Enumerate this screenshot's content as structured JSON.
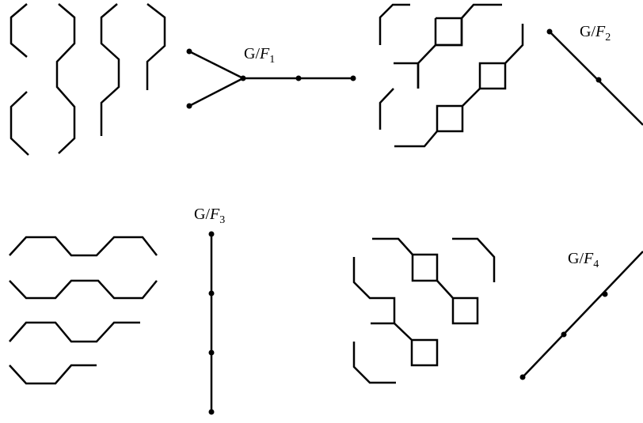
{
  "labels": {
    "f1": {
      "g": "G/",
      "f": "F",
      "sub": "1"
    },
    "f2": {
      "g": "G/",
      "f": "F",
      "sub": "2"
    },
    "f3": {
      "g": "G/",
      "f": "F",
      "sub": "3"
    },
    "f4": {
      "g": "G/",
      "f": "F",
      "sub": "4"
    }
  },
  "colors": {
    "stroke": "#000000",
    "background": "#ffffff"
  }
}
